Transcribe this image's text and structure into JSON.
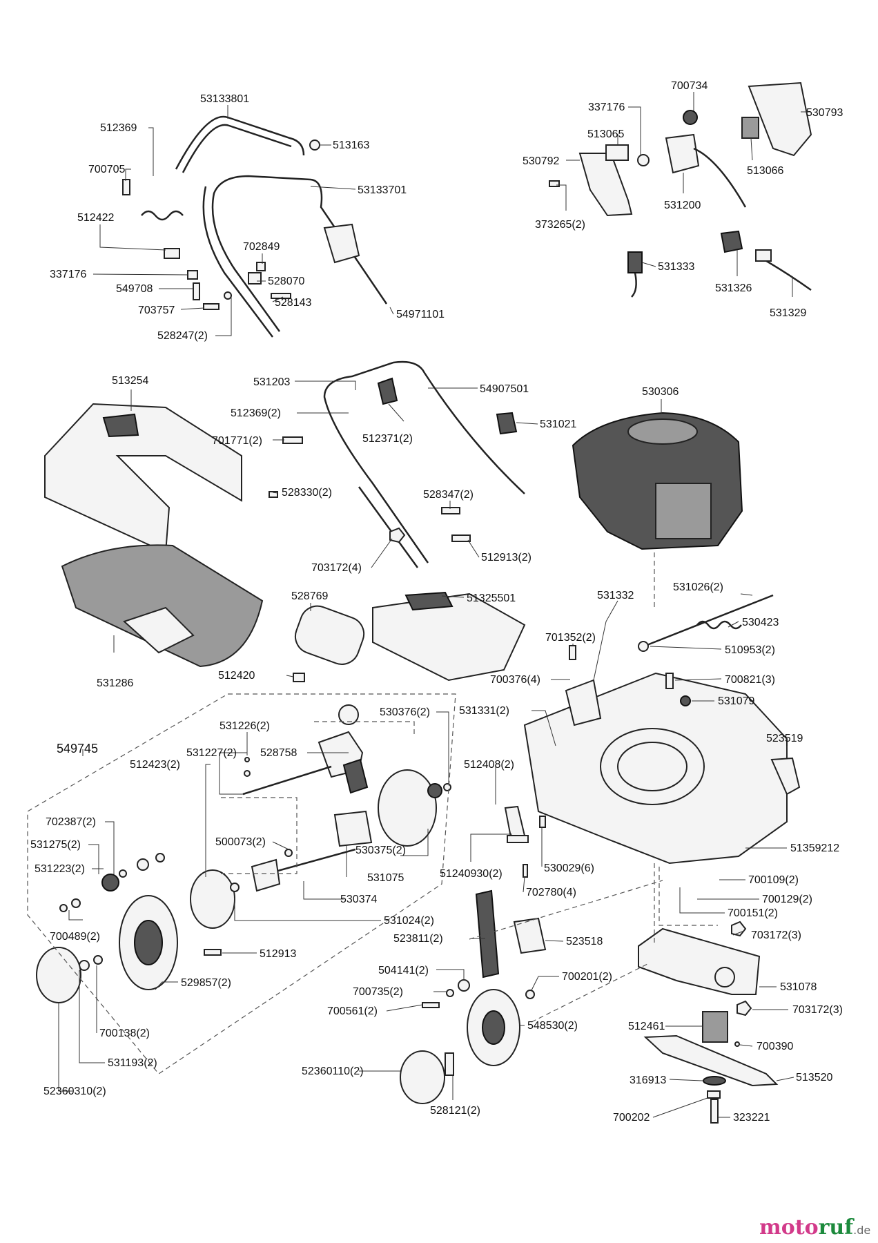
{
  "labels": {
    "p53133801": "53133801",
    "p512369": "512369",
    "p513163": "513163",
    "p700705": "700705",
    "p53133701": "53133701",
    "p512422": "512422",
    "p702849": "702849",
    "p337176a": "337176",
    "p528070": "528070",
    "p549708": "549708",
    "p528143": "528143",
    "p703757": "703757",
    "p54971101": "54971101",
    "p528247_2": "528247(2)",
    "p700734": "700734",
    "p337176b": "337176",
    "p530793": "530793",
    "p513065": "513065",
    "p530792": "530792",
    "p513066": "513066",
    "p531200": "531200",
    "p373265_2": "373265(2)",
    "p531333": "531333",
    "p531326": "531326",
    "p531329": "531329",
    "p513254": "513254",
    "p531203": "531203",
    "p54907501": "54907501",
    "p530306": "530306",
    "p512369_2": "512369(2)",
    "p512371_2": "512371(2)",
    "p531021": "531021",
    "p701771_2": "701771(2)",
    "p528330_2": "528330(2)",
    "p528347_2": "528347(2)",
    "p512913_2": "512913(2)",
    "p703172_4": "703172(4)",
    "p528769": "528769",
    "p51325501": "51325501",
    "p531332": "531332",
    "p531026_2": "531026(2)",
    "p530423": "530423",
    "p701352_2": "701352(2)",
    "p510953_2": "510953(2)",
    "p531286": "531286",
    "p512420": "512420",
    "p700376_4": "700376(4)",
    "p700821_3": "700821(3)",
    "p531079": "531079",
    "p530376_2": "530376(2)",
    "p531331_2": "531331(2)",
    "p531226_2": "531226(2)",
    "p549745": "549745",
    "p531227_2": "531227(2)",
    "p528758": "528758",
    "p512423_2": "512423(2)",
    "p523519": "523519",
    "p512408_2": "512408(2)",
    "p702387_2": "702387(2)",
    "p500073_2": "500073(2)",
    "p531275_2": "531275(2)",
    "p530375_2": "530375(2)",
    "p531223_2": "531223(2)",
    "p51359212": "51359212",
    "p531075": "531075",
    "p51240930_2": "51240930(2)",
    "p530029_6": "530029(6)",
    "p700109_2": "700109(2)",
    "p530374": "530374",
    "p702780_4": "702780(4)",
    "p700129_2": "700129(2)",
    "p700151_2": "700151(2)",
    "p700489_2": "700489(2)",
    "p531024_2": "531024(2)",
    "p703172_3a": "703172(3)",
    "p523811_2": "523811(2)",
    "p523518": "523518",
    "p512913": "512913",
    "p529857_2": "529857(2)",
    "p504141_2": "504141(2)",
    "p531078": "531078",
    "p700201_2": "700201(2)",
    "p700735_2": "700735(2)",
    "p703172_3b": "703172(3)",
    "p700561_2": "700561(2)",
    "p548530_2": "548530(2)",
    "p700138_2": "700138(2)",
    "p512461": "512461",
    "p700390": "700390",
    "p531193_2": "531193(2)",
    "p52360110_2": "52360110(2)",
    "p316913": "316913",
    "p513520": "513520",
    "p52360310_2": "52360310(2)",
    "p528121_2": "528121(2)",
    "p700202": "700202",
    "p323221": "323221"
  },
  "watermark": {
    "brand_part1": "moto",
    "brand_part2": "ruf",
    "tld": ".de"
  }
}
